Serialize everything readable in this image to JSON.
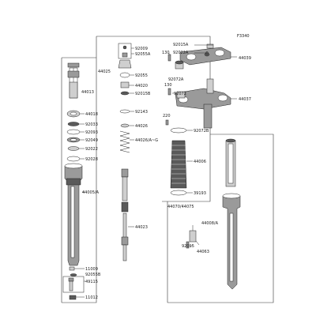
{
  "figure_id": "F3340",
  "labels": {
    "p92015A": "92015A",
    "p92022A": "92022A",
    "p44039": "44039",
    "p130a": "130",
    "p92072A": "92072A",
    "p130b": "130",
    "p92072": "92072",
    "p44037": "44037",
    "p220": "220",
    "p92072B": "92072B",
    "p44006": "44006",
    "p39193": "39193",
    "p44070": "44070/44075",
    "p92009": "92009",
    "p92055A": "92055A",
    "p92055": "92055",
    "p44025": "44025",
    "p44013": "44013",
    "p44020": "44020",
    "p92015B": "92015B",
    "p92143": "92143",
    "p44026": "44026",
    "p44026A": "44026/A~G",
    "p44018": "44018",
    "p92033": "92033",
    "p92093": "92093",
    "p92049": "92049",
    "p92022": "92022",
    "p92028": "92028",
    "p44005": "44005/A",
    "p44023": "44023",
    "p11009": "11009",
    "p92055B": "92055B",
    "p49115": "49115",
    "p11012": "11012",
    "p44008": "44008/A",
    "p92015": "92015",
    "p44063": "44063"
  }
}
